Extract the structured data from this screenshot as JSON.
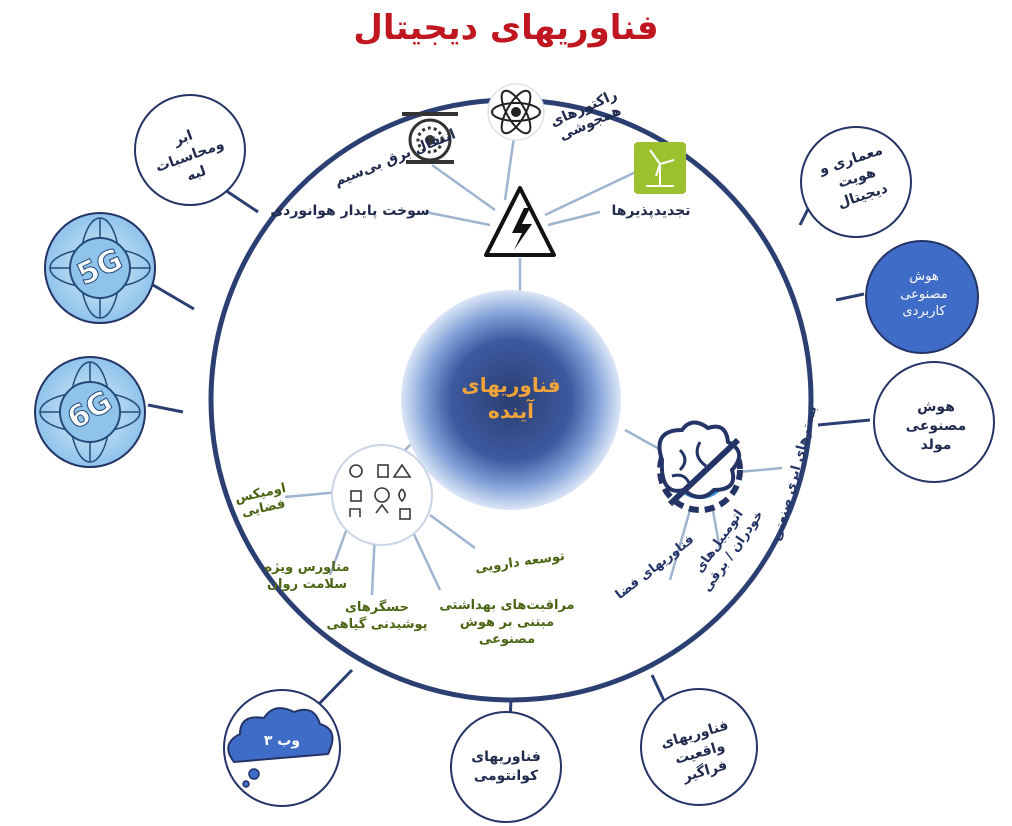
{
  "title": "فناوریهای دیجیتال",
  "center": {
    "label": "فناوریهای آینده"
  },
  "energy": {
    "items": [
      "راکتورهای همجوشی",
      "انتقال برق بی‌سیم",
      "سوخت پایدار هوانوردی",
      "تجدیدپذیرها"
    ]
  },
  "bio": {
    "items": [
      "اومیکس فضایی",
      "متاورس ویژه سلامت روان",
      "حسگرهای پوشیدنی گیاهی",
      "مراقبت‌های بهداشتی مبتنی بر هوش مصنوعی",
      "توسعه دارویی"
    ]
  },
  "mobility": {
    "items": [
      "بسترهای ابری صنعتی",
      "اتومبیل‌های خودران / برقی",
      "فناوریهای فضا"
    ]
  },
  "outer": {
    "edge_cloud": "ابر ومحاسبات لبه",
    "g5": "5G",
    "g6": "6G",
    "web3": "وب ۳",
    "quantum": "فناوریهای کوانتومی",
    "xr": "فناوریهای واقعیت فراگیر",
    "gen_ai": "هوش مصنوعی مولد",
    "applied_ai": "هوش مصنوعی کاربردی",
    "digital_id": "معماری و هویت دیجیتال"
  },
  "colors": {
    "title": "#c0161f",
    "ring": "#2b3f72",
    "spoke": "#9fb4cf",
    "applied_ai_fill": "#3f6cc6",
    "web3_fill": "#3f6cc6",
    "renewable_fill": "#9bc22e",
    "center_text": "#f1a43a",
    "green_text": "#4a6412"
  },
  "icons": [
    "lightning-warning-icon",
    "atom-icon",
    "turbine-icon",
    "wind-turbine-icon",
    "brain-gear-icon",
    "science-grid-icon",
    "globe-5g-icon",
    "globe-6g-icon",
    "cloud-icon"
  ]
}
